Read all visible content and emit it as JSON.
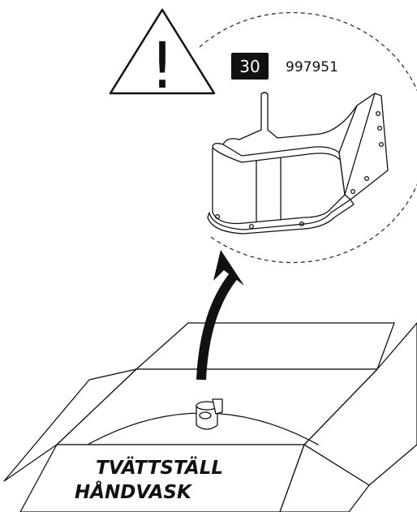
{
  "badge": {
    "number": "30",
    "color": "#111111"
  },
  "part_number": "997951",
  "box": {
    "label_line1": "TVÄTTSTÄLL",
    "label_line2": "HÅNDVASK"
  },
  "warning": {
    "symbol": "!",
    "icon": "warning-triangle-icon"
  }
}
